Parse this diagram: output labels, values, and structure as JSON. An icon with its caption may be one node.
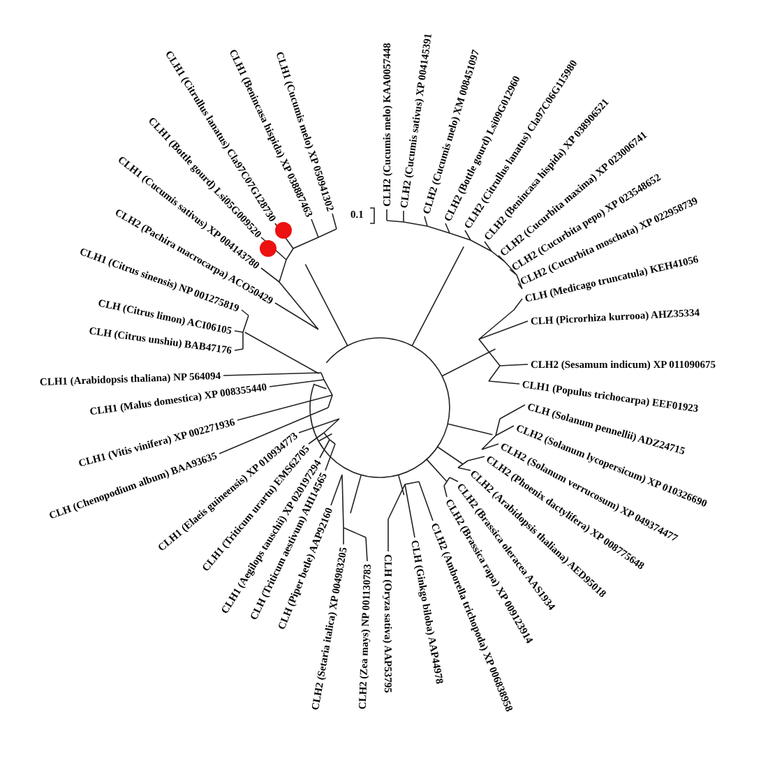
{
  "diagram": {
    "labels": [
      "CLH1 (Vitis vinifera) XP 002271936",
      "CLH1 (Malus domestica) XP 008355440",
      "CLH1 (Arabidopsis thaliana) NP 564094",
      "CLH (Citrus unshiu) BAB47176",
      "CLH (Citrus limon) ACI06105",
      "CLH1 (Citrus sinensis) NP 001275819",
      "CLH2 (Pachira macrocarpa) ACO50429",
      "CLH1 (Cucumis sativus) XP 004143780",
      "CLH1 (Bottle gourd) Lsi05G009520",
      "CLH1 (Citrullus lanatus) Cla97C07G128730",
      "CLH1 (Benincasa hispida) XP 038887463",
      "CLH1 (Cucumis melo) XP 050941302",
      "CLH2 (Cucumis melo) KAA0057448",
      "CLH2 (Cucumis sativus) XP 004145391",
      "CLH2 (Cucumis melo) XM 008451097",
      "CLH2 (Bottle gourd) Lsi09G012960",
      "CLH2 (Citrullus lanatus) Cla97C06G115980",
      "CLH2 (Benincasa hispida) XP 038906521",
      "CLH2 (Cucurbita maxima) XP 023006741",
      "CLH2 (Cucurbita pepo) XP 023548652",
      "CLH2 (Cucurbita moschata) XP 022958739",
      "CLH (Medicago truncatula) KEH41056",
      "CLH (Picrorhiza kurrooa) AHZ35334",
      "CLH2 (Sesamum indicum) XP 011090675",
      "CLH1 (Populus trichocarpa) EEF01923",
      "CLH (Chenopodium album) BAA93635",
      "CLH1 (Elaeis guineensis) XP 010934773",
      "CLH1 (Triticum urartu) EMS62705",
      "CLH1 (Aegilops tauschii) XP 020197294",
      "CLH (Triticum aestivum) AHI14565",
      "CLH (Piper betle) AAP92160",
      "CLH2 (Setaria italica) XP 004983205",
      "CLH2 (Zea mays) NP 001130783",
      "CLH (Oryza sativa) AAP53795",
      "CLH (Ginkgo biloba) AAP44978",
      "CLH2 (Amborella trichopoda) XP 006838958",
      "CLH2 (Brassica rapa) XP 009123914",
      "CLH2 (Brassica oleracea AAS1934",
      "CLH2 (Arabidopsis thaliana) AED95018",
      "CLH2 (Phoenix dactylifera) XP 008775648",
      "CLH2 (Solanum verrucosum) XP 049374477",
      "CLH2 (Solanum lycopersicum) XP 010326690",
      "CLH (Solanum pennellii) ADZ24715",
      "0.1"
    ]
  }
}
